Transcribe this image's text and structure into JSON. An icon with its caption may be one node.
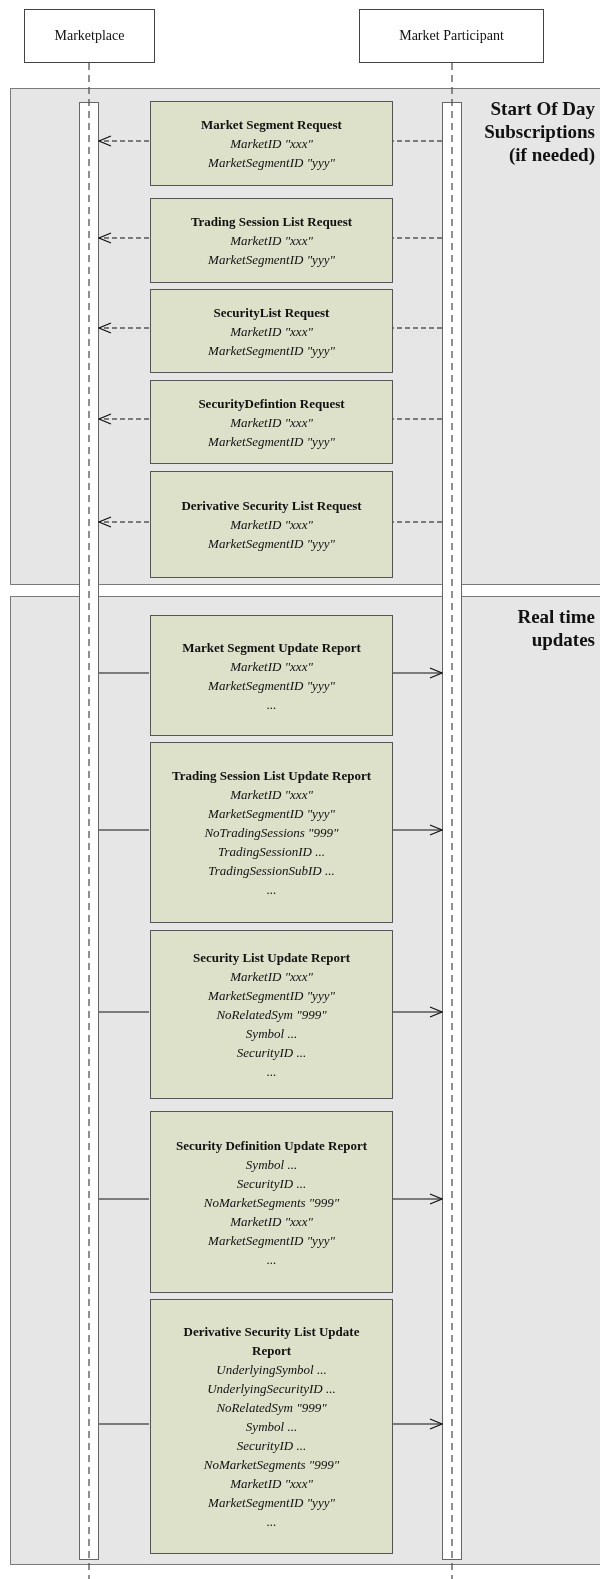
{
  "diagram": {
    "nodes": [
      {
        "text": [
          "Marketplace"
        ]
      },
      {
        "text": [
          "Market Participant"
        ]
      },
      {
        "text": [],
        "shape": "bar"
      },
      {
        "text": [],
        "shape": "bar"
      },
      {
        "text": [
          "Start Of Day Subscriptions (if needed)"
        ]
      },
      {
        "text": [
          "Market Segment Request",
          "MarketID \"xxx\"",
          "MarketSegmentID \"yyy\""
        ],
        "in": 4
      },
      {
        "text": [
          "Trading Session List Request",
          "MarketID \"xxx\"",
          "MarketSegmentID \"yyy\""
        ],
        "in": 4
      },
      {
        "text": [
          "SecurityList Request",
          "MarketID \"xxx\"",
          "MarketSegmentID \"yyy\""
        ],
        "in": 4
      },
      {
        "text": [
          "SecurityDefintion Request",
          "MarketID \"xxx\"",
          "MarketSegmentID \"yyy\""
        ],
        "in": 4
      },
      {
        "text": [
          "Derivative Security List Request",
          "MarketID \"xxx\"",
          "MarketSegmentID \"yyy\""
        ],
        "in": 4
      },
      {
        "text": [
          "Real time updates"
        ]
      },
      {
        "text": [
          "Market Segment Update Report",
          "MarketID \"xxx\"",
          "MarketSegmentID \"yyy\"",
          "..."
        ],
        "in": 10
      },
      {
        "text": [
          "Trading Session List Update Report",
          "MarketID \"xxx\"",
          "MarketSegmentID \"yyy\"",
          "NoTradingSessions \"999\"",
          "TradingSessionID ...",
          "TradingSessionSubID ...",
          "..."
        ],
        "in": 10
      },
      {
        "text": [
          "Security List Update Report",
          "MarketID \"xxx\"",
          "MarketSegmentID \"yyy\"",
          "NoRelatedSym \"999\"",
          "Symbol ...",
          "SecurityID ...",
          "..."
        ],
        "in": 10
      },
      {
        "text": [
          "Security Definition Update Report",
          "Symbol ...",
          "SecurityID ...",
          "NoMarketSegments \"999\"",
          "MarketID \"xxx\"",
          "MarketSegmentID \"yyy\"",
          "..."
        ],
        "in": 10
      },
      {
        "text": [
          "Derivative Security List Update Report",
          "UnderlyingSymbol ...",
          "UnderlyingSecurityID ...",
          "NoRelatedSym \"999\"",
          "Symbol ...",
          "SecurityID ...",
          "NoMarketSegments \"999\"",
          "MarketID \"xxx\"",
          "MarketSegmentID \"yyy\"",
          "..."
        ],
        "in": 10
      }
    ],
    "edges": [
      {
        "from": 3,
        "to": 5,
        "arrow": "none",
        "style": "dashed"
      },
      {
        "from": 5,
        "to": 2,
        "arrow": "to",
        "style": "dashed"
      },
      {
        "from": 3,
        "to": 6,
        "arrow": "none",
        "style": "dashed"
      },
      {
        "from": 6,
        "to": 2,
        "arrow": "to",
        "style": "dashed"
      },
      {
        "from": 3,
        "to": 7,
        "arrow": "none",
        "style": "dashed"
      },
      {
        "from": 7,
        "to": 2,
        "arrow": "to",
        "style": "dashed"
      },
      {
        "from": 3,
        "to": 8,
        "arrow": "none",
        "style": "dashed"
      },
      {
        "from": 8,
        "to": 2,
        "arrow": "to",
        "style": "dashed"
      },
      {
        "from": 3,
        "to": 9,
        "arrow": "none",
        "style": "dashed"
      },
      {
        "from": 9,
        "to": 2,
        "arrow": "to",
        "style": "dashed"
      },
      {
        "from": 2,
        "to": 11,
        "arrow": "none"
      },
      {
        "from": 11,
        "to": 3,
        "arrow": "to"
      },
      {
        "from": 2,
        "to": 12,
        "arrow": "none"
      },
      {
        "from": 12,
        "to": 3,
        "arrow": "to"
      },
      {
        "from": 2,
        "to": 13,
        "arrow": "none"
      },
      {
        "from": 13,
        "to": 3,
        "arrow": "to"
      },
      {
        "from": 2,
        "to": 14,
        "arrow": "none"
      },
      {
        "from": 14,
        "to": 3,
        "arrow": "to"
      },
      {
        "from": 2,
        "to": 15,
        "arrow": "none"
      },
      {
        "from": 15,
        "to": 3,
        "arrow": "to"
      }
    ]
  }
}
